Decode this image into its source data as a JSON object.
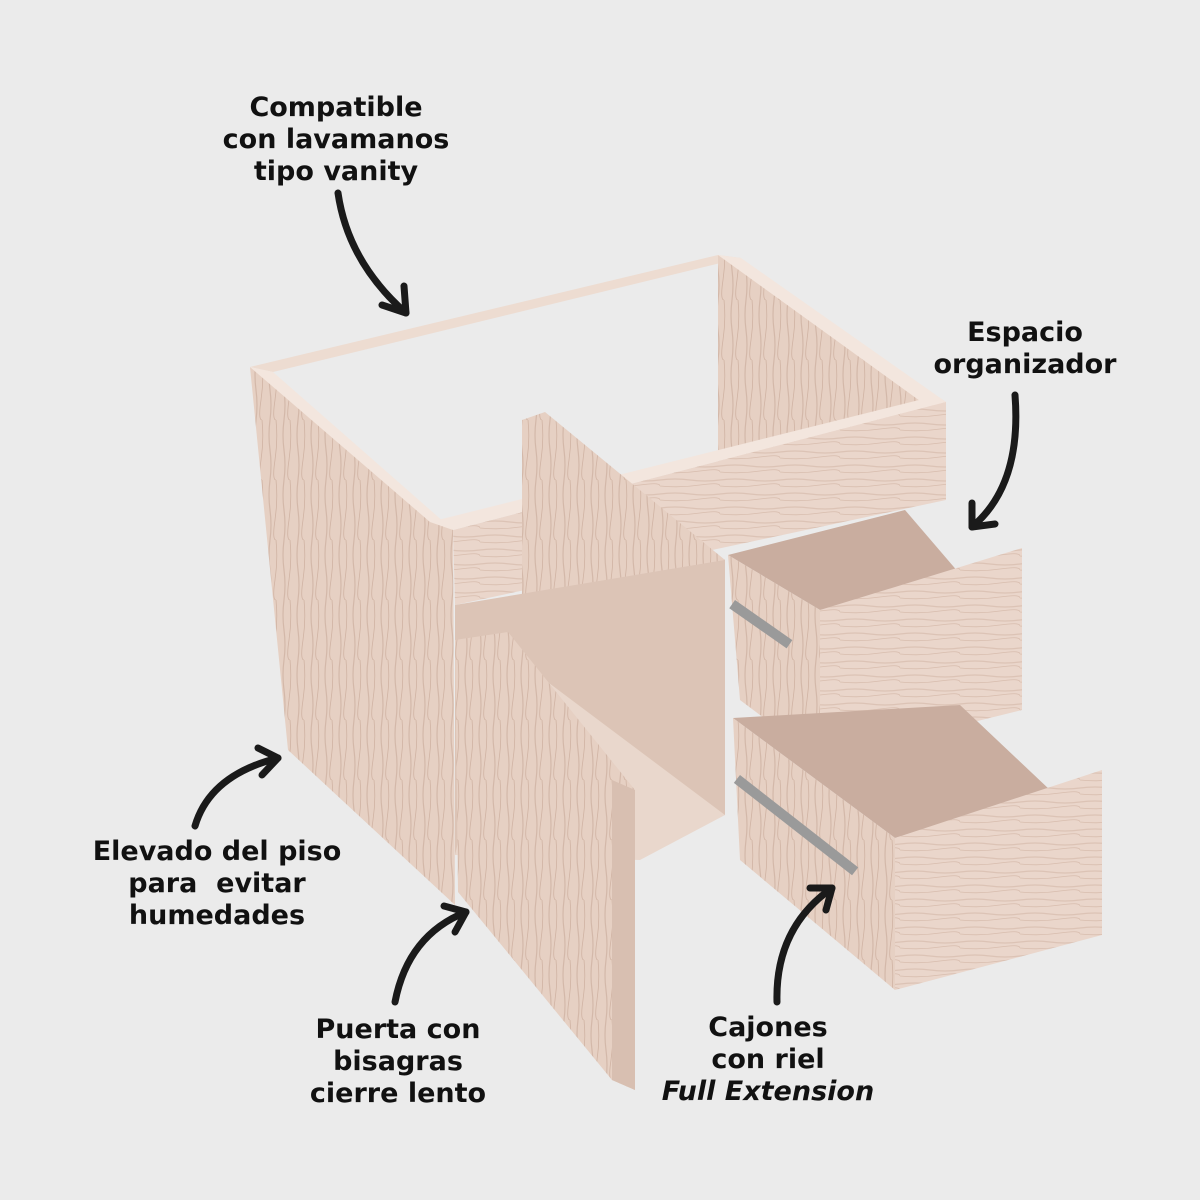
{
  "callouts": {
    "vanity": [
      "Compatible",
      "con lavamanos",
      "tipo vanity"
    ],
    "storage": [
      "Espacio",
      "organizador"
    ],
    "elevated": [
      "Elevado del piso",
      "para  evitar",
      "humedades"
    ],
    "door": [
      "Puerta con",
      "bisagras",
      "cierre lento"
    ],
    "drawers": [
      "Cajones",
      "con riel",
      "Full Extension"
    ]
  },
  "colors": {
    "background": "#ebebeb",
    "wood_light": "#eedcd2",
    "wood_mid": "#e2cabd",
    "wood_dark": "#c9ad9f",
    "text": "#111111",
    "arrow": "#1a1a1a"
  },
  "icons": [
    "curved-arrow-icon",
    "drawer-rail-icon"
  ]
}
